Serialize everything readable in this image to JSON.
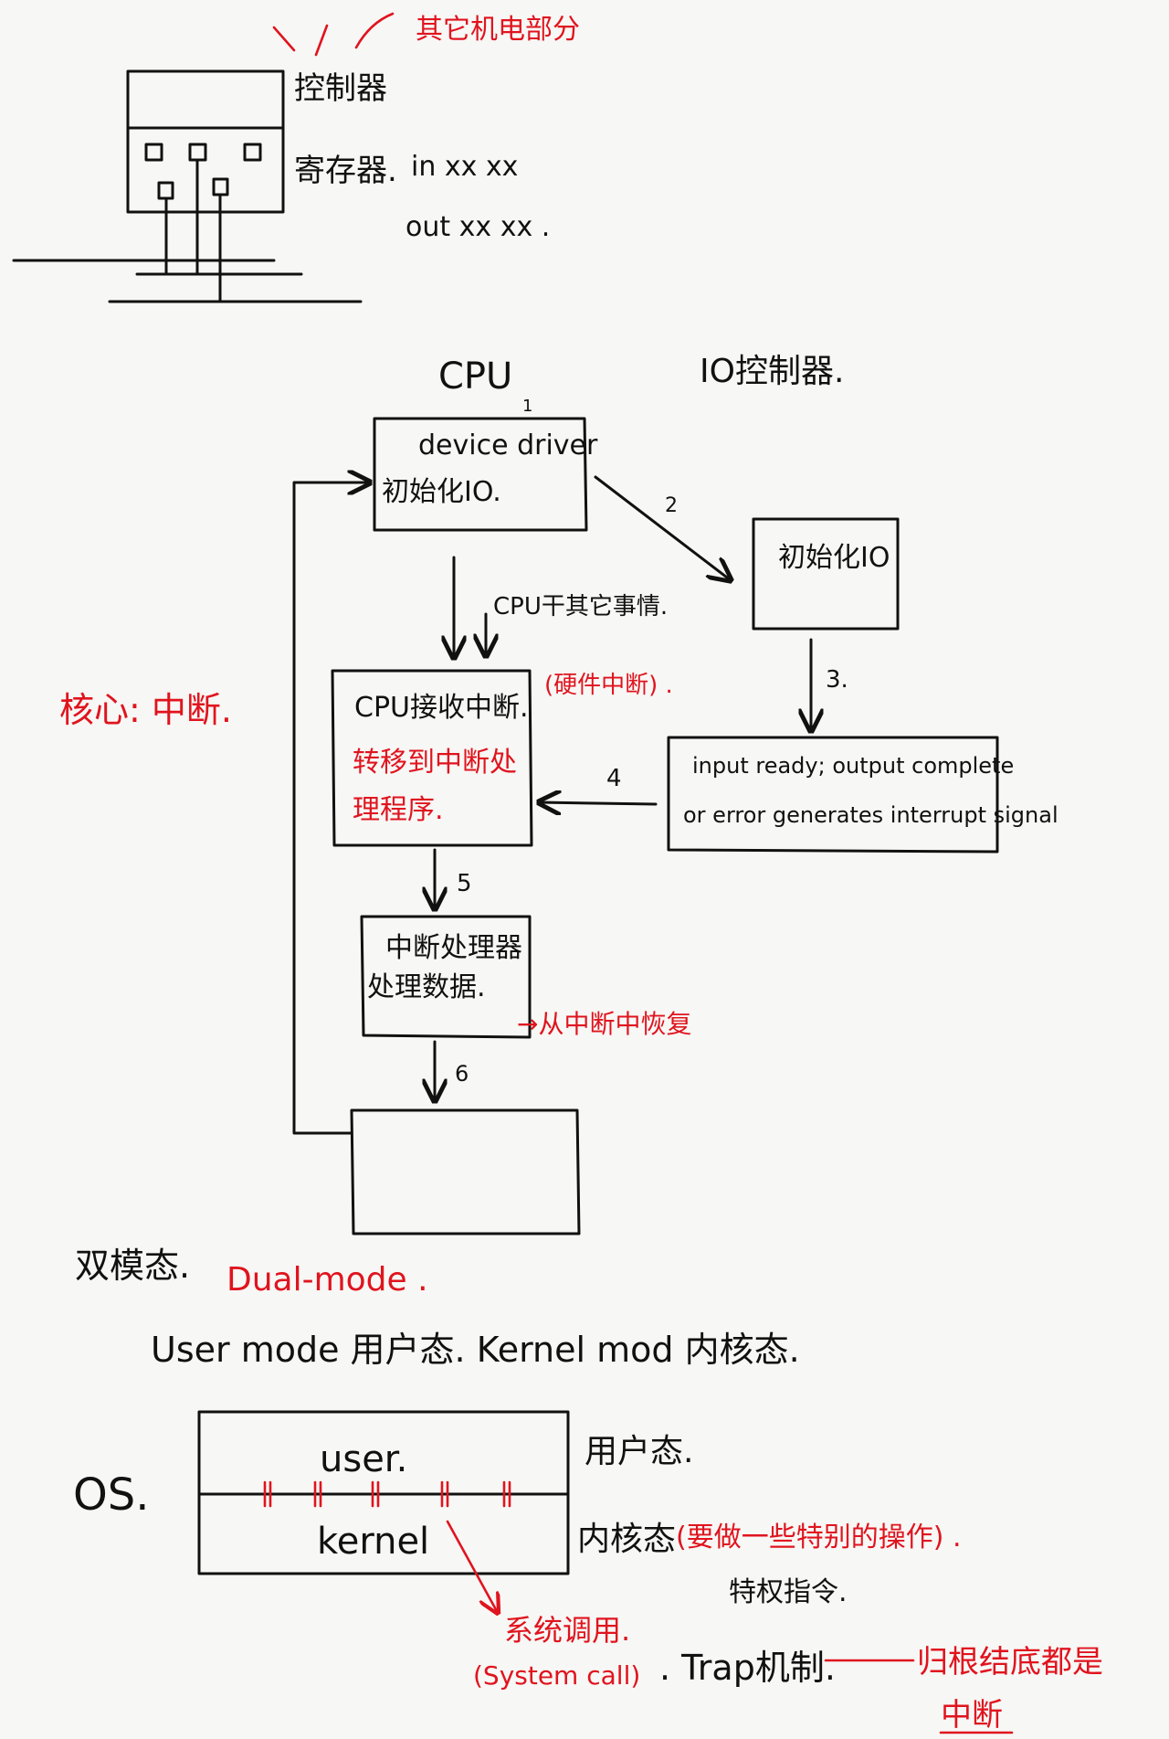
{
  "colors": {
    "ink": "#111111",
    "red_ink": "#e0141e",
    "paper": "#f7f7f5"
  },
  "top_sketch": {
    "red_label": "其它机电部分",
    "controller": "控制器",
    "register": "寄存器.",
    "in_line": "in xx  xx",
    "out_line": "out xx xx ."
  },
  "flow": {
    "cpu_title": "CPU",
    "io_title": "IO控制器.",
    "core_note": "核心: 中断.",
    "driver_box": {
      "line1": "device driver",
      "line2": "初始化IO."
    },
    "io_init_box": "初始化IO",
    "cpu_other": "CPU干其它事情.",
    "receive_box": {
      "line1": "CPU接收中断.",
      "line2": "转移到中断处",
      "line3": "理程序."
    },
    "hw_interrupt": "(硬件中断) .",
    "signal_box": {
      "line1": "input ready; output complete",
      "line2": "or error generates interrupt signal"
    },
    "handler_box": {
      "line1": "中断处理器",
      "line2": "处理数据."
    },
    "resume": "→从中断中恢复",
    "steps": [
      "1",
      "2",
      "3.",
      "4",
      "5",
      "6"
    ]
  },
  "dual_mode": {
    "title": "双模态.",
    "title_red": "Dual-mode .",
    "modes_line": "User  mode 用户态.  Kernel mod 内核态.",
    "os_label": "OS.",
    "user_box": "user.",
    "kernel_box": "kernel",
    "user_state": "用户态.",
    "kernel_state": "内核态",
    "kernel_note": "(要做一些特别的操作) .",
    "privileged": "特权指令.",
    "syscall": "系统调用.",
    "syscall_en": "(System call)",
    "trap": ". Trap机制.",
    "conclusion_line1": "归根结底都是",
    "conclusion_line2": "中断"
  }
}
